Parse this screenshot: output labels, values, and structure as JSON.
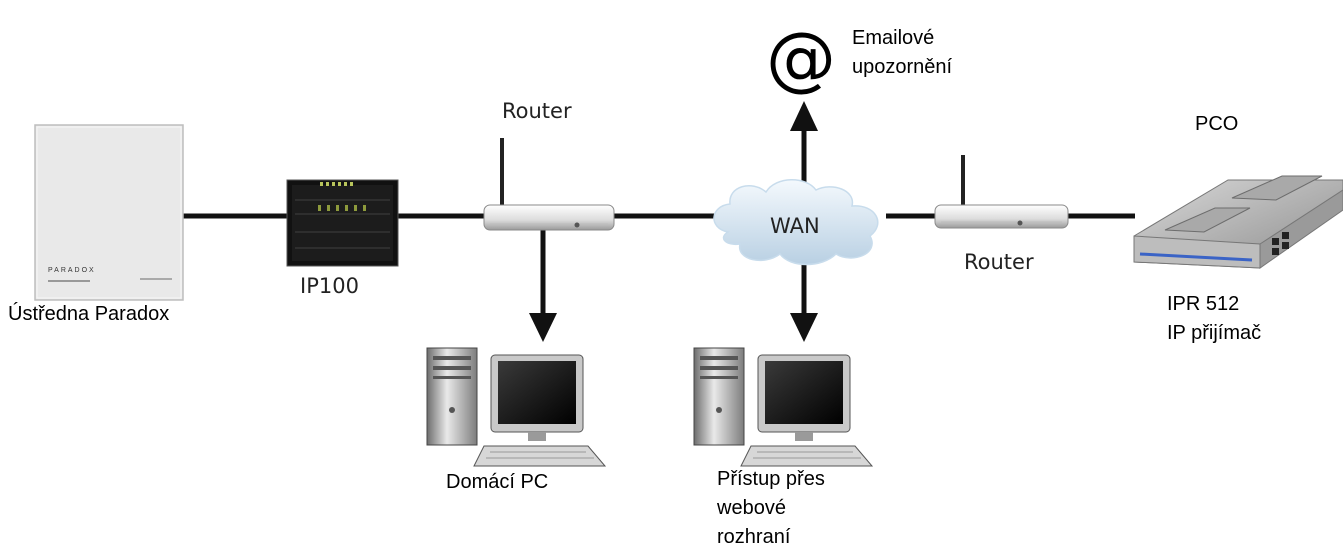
{
  "nodes": {
    "panel": {
      "brand": "PARADOX",
      "label": "Ústředna Paradox"
    },
    "ip100": {
      "label": "IP100"
    },
    "router_left": {
      "label": "Router"
    },
    "email": {
      "symbol": "@",
      "label_line1": "Emailové",
      "label_line2": "upozornění"
    },
    "wan": {
      "label": "WAN"
    },
    "router_right": {
      "label": "Router"
    },
    "pco": {
      "label": "PCO"
    },
    "receiver": {
      "label_line1": "IPR 512",
      "label_line2": "IP přijímač"
    },
    "home_pc": {
      "label": "Domácí PC"
    },
    "web_pc": {
      "label_line1": "Přístup přes",
      "label_line2": "webové",
      "label_line3": "rozhraní"
    }
  },
  "colors": {
    "line": "#111111",
    "cloud": "#d7e6f2",
    "device": "#e6e6e6"
  }
}
